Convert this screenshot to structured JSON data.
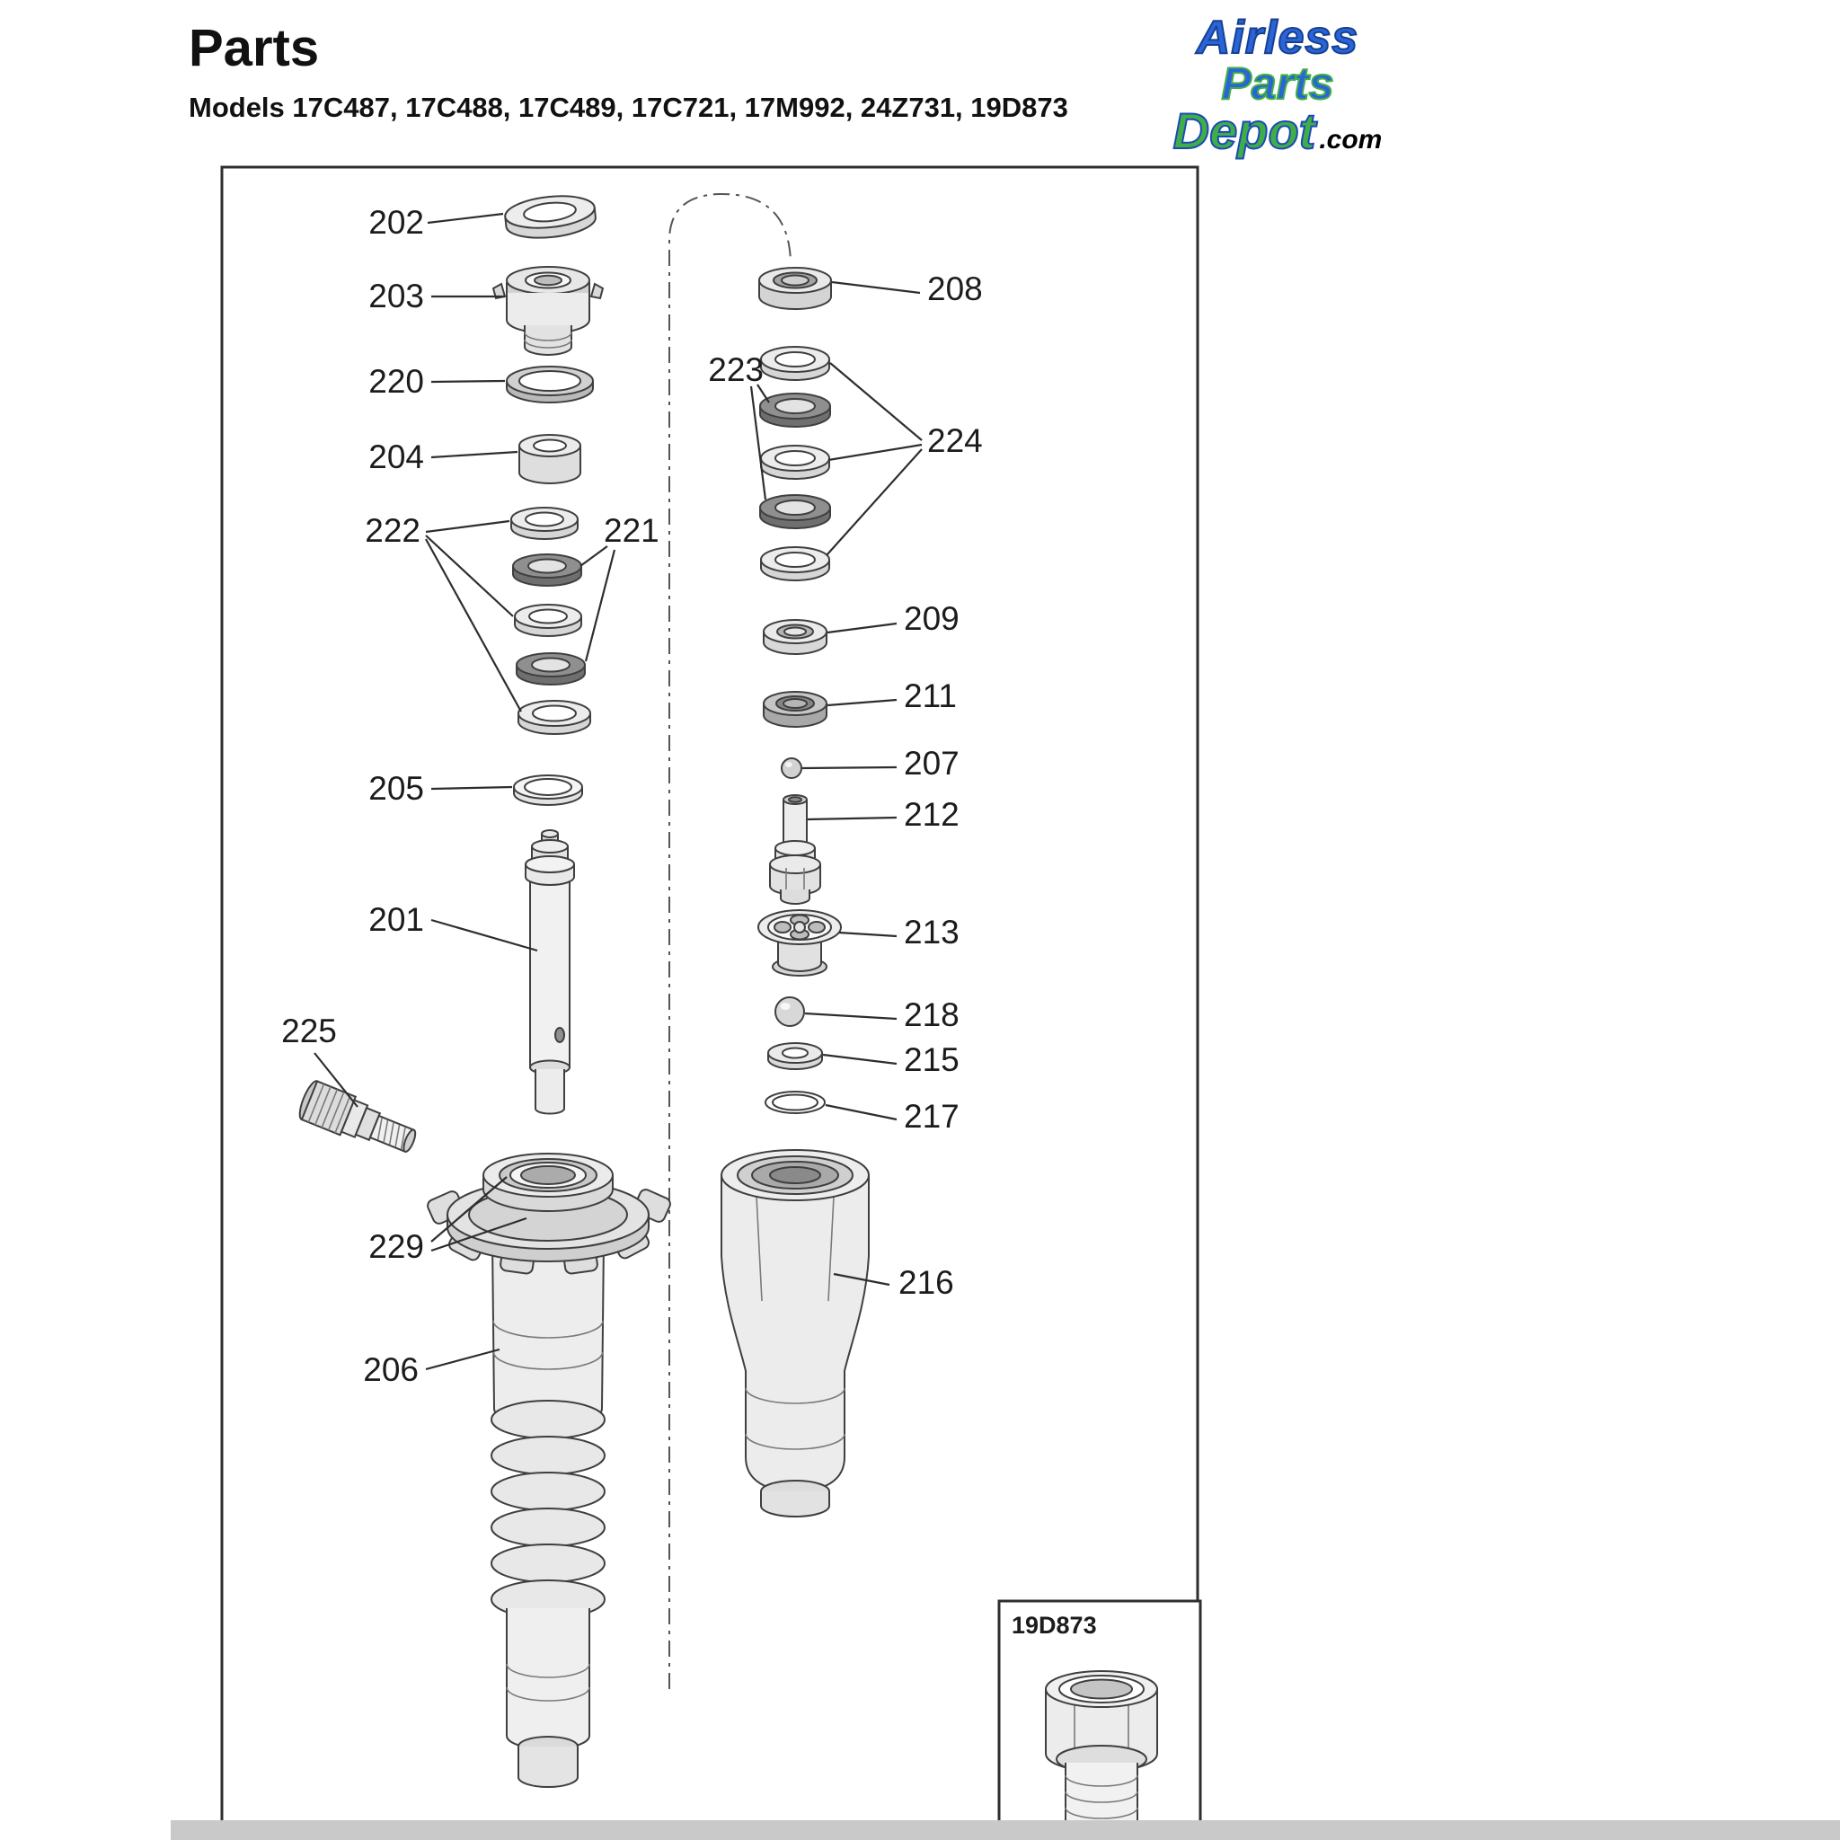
{
  "page": {
    "title": "Parts",
    "models_line": "Models 17C487, 17C488, 17C489, 17C721, 17M992, 24Z731, 19D873"
  },
  "logo": {
    "word1": "Airless",
    "word2": "Parts",
    "word3": "Depot",
    "suffix": ".com"
  },
  "diagram": {
    "inset_label": "19D873",
    "callouts": {
      "c201": "201",
      "c202": "202",
      "c203": "203",
      "c204": "204",
      "c205": "205",
      "c206": "206",
      "c207": "207",
      "c208": "208",
      "c209": "209",
      "c211": "211",
      "c212": "212",
      "c213": "213",
      "c215": "215",
      "c216": "216",
      "c217": "217",
      "c218": "218",
      "c220": "220",
      "c221": "221",
      "c222": "222",
      "c223": "223",
      "c224": "224",
      "c225": "225",
      "c229": "229"
    }
  },
  "colors": {
    "logo_blue": "#2b63d9",
    "logo_green": "#3fae47",
    "leader_line": "#2e2e2e",
    "callout_text": "#1c1c1c"
  }
}
